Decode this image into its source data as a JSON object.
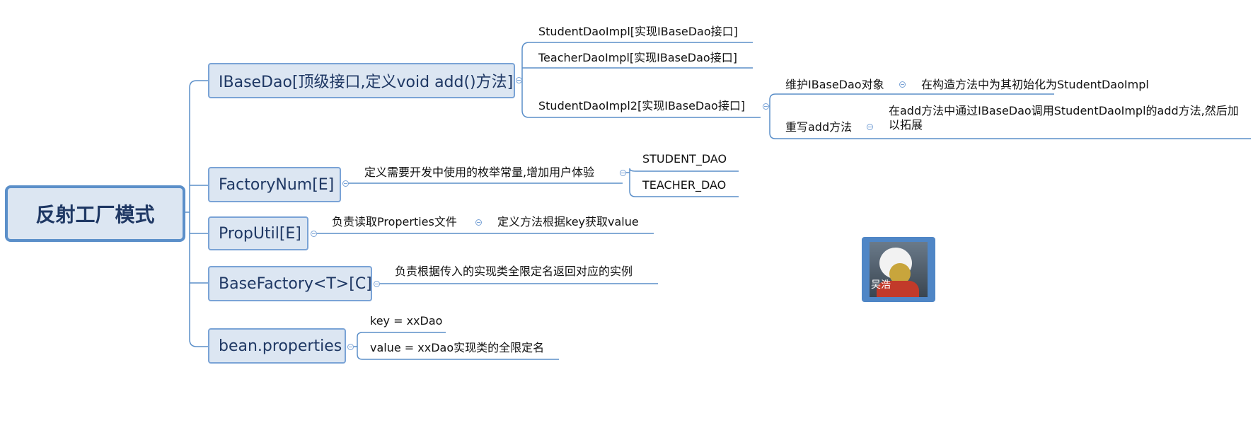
{
  "root": {
    "label": "反射工厂模式"
  },
  "branches": {
    "ibasedao": {
      "label": "IBaseDao[顶级接口,定义void add()方法]",
      "children": {
        "student_impl": "StudentDaoImpl[实现IBaseDao接口]",
        "teacher_impl": "TeacherDaoImpl[实现IBaseDao接口]",
        "student_impl2": {
          "label": "StudentDaoImpl2[实现IBaseDao接口]",
          "maintain": {
            "label": "维护IBaseDao对象",
            "detail": "在构造方法中为其初始化为StudentDaoImpl"
          },
          "override": {
            "label": "重写add方法",
            "detail": "在add方法中通过IBaseDao调用StudentDaoImpl的add方法,然后加以拓展"
          }
        }
      }
    },
    "factorynum": {
      "label": "FactoryNum[E]",
      "desc": "定义需要开发中使用的枚举常量,增加用户体验",
      "values": [
        "STUDENT_DAO",
        "TEACHER_DAO"
      ]
    },
    "proputil": {
      "label": "PropUtil[E]",
      "desc": "负责读取Properties文件",
      "detail": "定义方法根据key获取value"
    },
    "basefactory": {
      "label": "BaseFactory<T>[C]",
      "desc": "负责根据传入的实现类全限定名返回对应的实例"
    },
    "bean": {
      "label": "bean.properties",
      "items": [
        "key = xxDao",
        "value = xxDao实现类的全限定名"
      ]
    }
  },
  "avatar": {
    "name": "吴浩"
  },
  "colors": {
    "line": "#5b8fc9",
    "node_fill": "#dce6f2",
    "node_border": "#7aa3d6",
    "text": "#1f3864"
  }
}
